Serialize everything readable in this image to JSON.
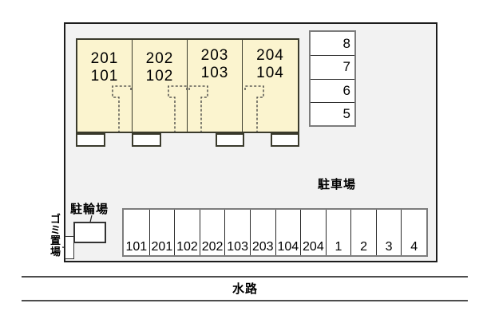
{
  "site": {
    "building": {
      "units": [
        {
          "upper": "201",
          "lower": "101"
        },
        {
          "upper": "202",
          "lower": "102"
        },
        {
          "upper": "203",
          "lower": "103"
        },
        {
          "upper": "204",
          "lower": "104"
        }
      ]
    },
    "side_parking": {
      "labels": [
        "8",
        "7",
        "6",
        "5"
      ]
    },
    "bottom_parking": {
      "labels": [
        "101",
        "201",
        "102",
        "202",
        "103",
        "203",
        "104",
        "204",
        "1",
        "2",
        "3",
        "4"
      ]
    },
    "labels": {
      "parking_lot": "駐車場",
      "bicycle_parking": "駐輪場",
      "garbage_area_chars": [
        "ゴ",
        "ミ",
        "置",
        "場"
      ],
      "waterway": "水路"
    },
    "colors": {
      "building_fill": "#fbf4cf",
      "site_fill": "#f2f2f2"
    }
  }
}
